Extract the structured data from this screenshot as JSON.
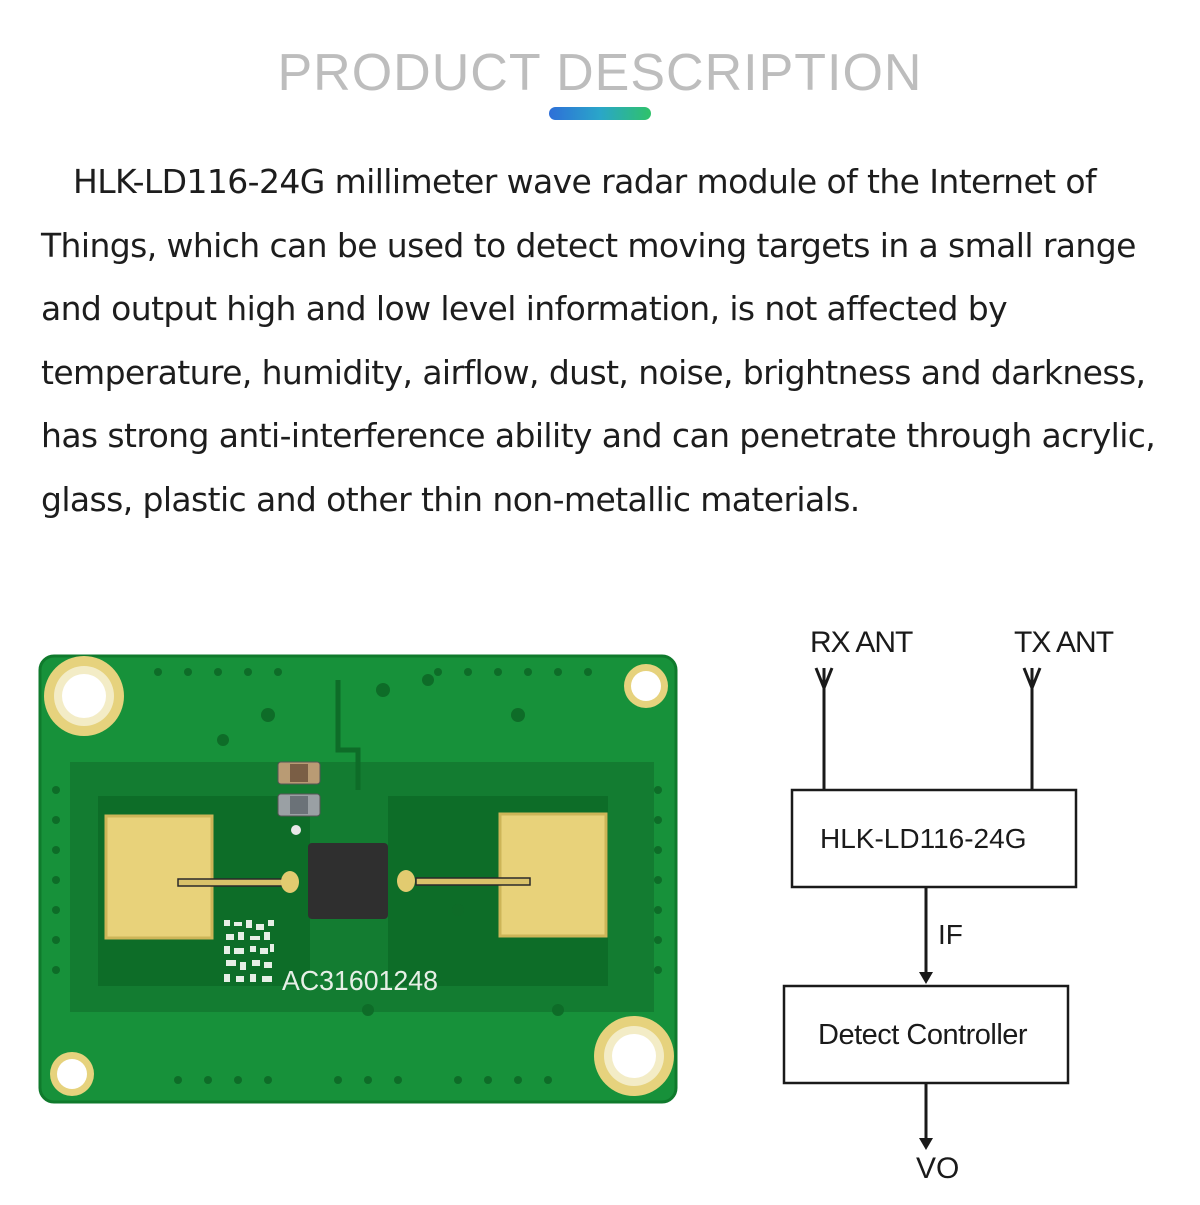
{
  "header": {
    "title": "PRODUCT DESCRIPTION"
  },
  "description": {
    "text": "HLK-LD116-24G millimeter wave radar module of the Internet of Things, which can be used to detect moving targets in a small range and output high and low level information, is not affected by temperature, humidity, airflow, dust, noise, brightness and darkness, has strong anti-interference ability and can penetrate through acrylic, glass, plastic and other thin non-metallic materials."
  },
  "board": {
    "serial": "AC31601248"
  },
  "diagram": {
    "rx_label": "RX ANT",
    "tx_label": "TX ANT",
    "module_label": "HLK-LD116-24G",
    "signal_label": "IF",
    "controller_label": "Detect Controller",
    "output_label": "VO"
  },
  "colors": {
    "accent_start": "#2e6fd8",
    "accent_end": "#2fc26a",
    "pcb_green": "#17913a",
    "gold": "#e8d27a"
  }
}
